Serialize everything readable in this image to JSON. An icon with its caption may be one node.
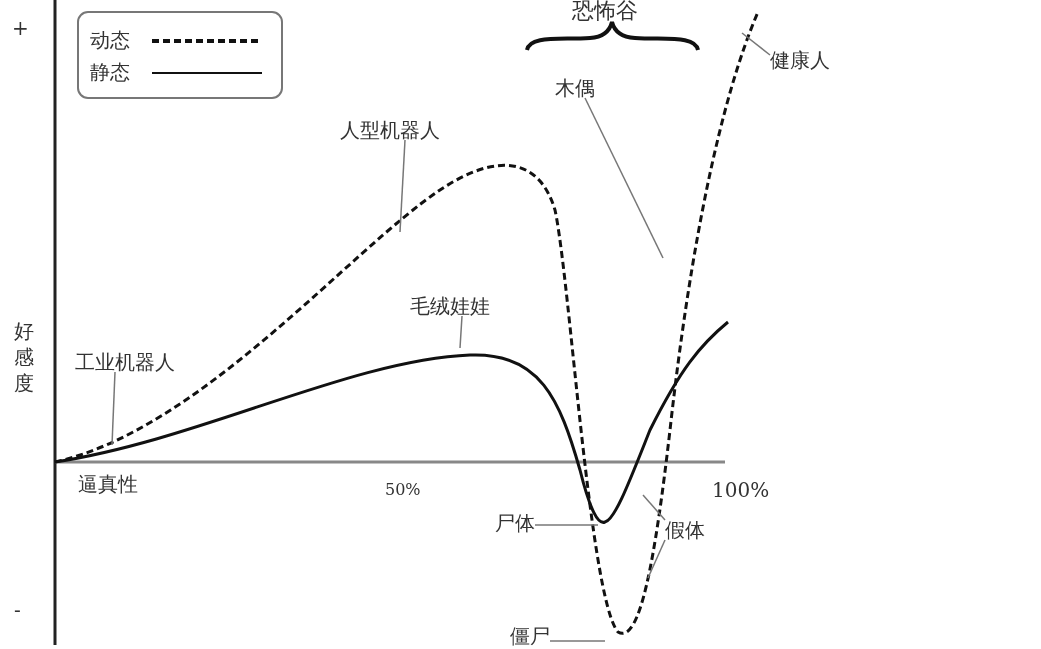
{
  "diagram": {
    "title": "恐怖谷",
    "nodes": [
      {
        "text": [
          "人型机器人"
        ]
      },
      {
        "text": [
          "毛绒娃娃"
        ]
      },
      {
        "text": [
          "工业机器人"
        ]
      },
      {
        "text": [
          "木偶"
        ]
      },
      {
        "text": [
          "健康人"
        ]
      },
      {
        "text": [
          "尸体"
        ]
      },
      {
        "text": [
          "假体"
        ]
      },
      {
        "text": [
          "僵尸"
        ]
      }
    ],
    "edges": [
      {
        "from": 0,
        "to": null,
        "arrow": "none"
      },
      {
        "from": 1,
        "to": null,
        "arrow": "none"
      },
      {
        "from": 2,
        "to": null,
        "arrow": "none"
      },
      {
        "from": 3,
        "to": null,
        "arrow": "none"
      },
      {
        "from": 4,
        "to": null,
        "arrow": "none"
      },
      {
        "from": 5,
        "to": null,
        "arrow": "none"
      },
      {
        "from": 6,
        "to": null,
        "arrow": "none"
      },
      {
        "from": 6,
        "to": null,
        "arrow": "none"
      },
      {
        "from": 7,
        "to": null,
        "arrow": "none"
      }
    ],
    "labels": [
      "+",
      "好感度",
      "逼真性",
      "50%",
      "100%",
      "-"
    ],
    "legend": [
      {
        "text": "动态"
      },
      {
        "text": "静态"
      }
    ]
  }
}
